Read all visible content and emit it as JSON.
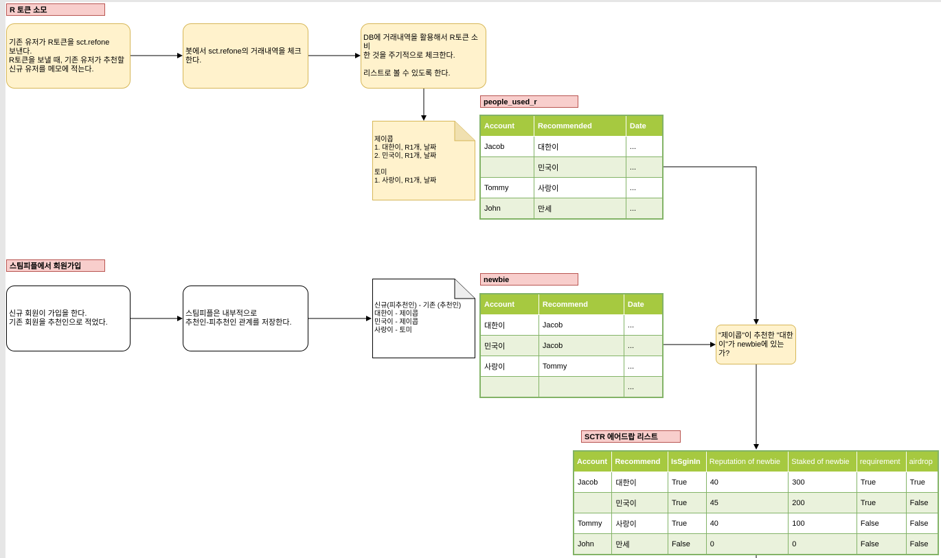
{
  "labels": {
    "r_token": "R 토큰 소모",
    "people_used_r": "people_used_r",
    "steempeople": "스팀피플에서 회원가입",
    "newbie": "newbie",
    "sctr_airdrop": "SCTR 에어드랍 리스트"
  },
  "boxes": {
    "box1": "기존 유저가 R토큰을 sct.refone\n 보낸다.\nR토큰을 보낼 때, 기존 유저가 추천할\n신규 유저를 메모에 적는다.",
    "box2": "봇에서 sct.refone의 거래내역을 체크\n한다.",
    "box3": "DB에 거래내역을 활용해서 R토큰 소비\n한 것을 주기적으로 체크한다.\n\n리스트로 볼 수 있도록 한다.",
    "box4": "신규 회원이 가입을 한다.\n기존 회원을 추천인으로 적었다.",
    "box5": "스팀피플은 내부적으로\n추천인-피추천인 관계를 저장한다.",
    "decision": "\"제이콥\"이 추천한 \"대한\n이\"가 newbie에 있는\n가?"
  },
  "notes": {
    "note1": "제이콥\n1. 대한이, R1개, 날짜\n2. 민국이, R1개, 날짜\n\n토미\n1. 사랑이, R1개, 날짜",
    "note2": "신규(피추천인) - 기존 (추천인)\n대한이 - 제이콥\n민국이 - 제이콥\n사랑이 - 토미"
  },
  "people_used_r": {
    "headers": [
      "Account",
      "Recommended",
      "Date"
    ],
    "rows": [
      [
        "Jacob",
        "대한이",
        "..."
      ],
      [
        "",
        "민국이",
        "..."
      ],
      [
        "Tommy",
        "사랑이",
        "..."
      ],
      [
        "John",
        "만세",
        "..."
      ]
    ]
  },
  "newbie": {
    "headers": [
      "Account",
      "Recommend",
      "Date"
    ],
    "rows": [
      [
        "대한이",
        "Jacob",
        "..."
      ],
      [
        "민국이",
        "Jacob",
        "..."
      ],
      [
        "사랑이",
        "Tommy",
        "..."
      ],
      [
        "",
        "",
        "..."
      ]
    ]
  },
  "sctr": {
    "headers": [
      "Account",
      "Recommend",
      "IsSginIn",
      "Reputation of newbie",
      "Staked of newbie",
      "requirement",
      "airdrop"
    ],
    "rows": [
      [
        "Jacob",
        "대한이",
        "True",
        "40",
        "300",
        "True",
        "True"
      ],
      [
        "",
        "민국이",
        "True",
        "45",
        "200",
        "True",
        "False"
      ],
      [
        "Tommy",
        "사랑이",
        "True",
        "40",
        "100",
        "False",
        "False"
      ],
      [
        "John",
        "만세",
        "False",
        "0",
        "0",
        "False",
        "False"
      ]
    ]
  },
  "colors": {
    "label_fill": "#f8cecc",
    "label_border": "#b85450",
    "yellow_fill": "#fff2cc",
    "yellow_border": "#d6b656",
    "table_header": "#a6c940",
    "table_border": "#82b366",
    "table_alt_row": "#eaf2dc"
  }
}
